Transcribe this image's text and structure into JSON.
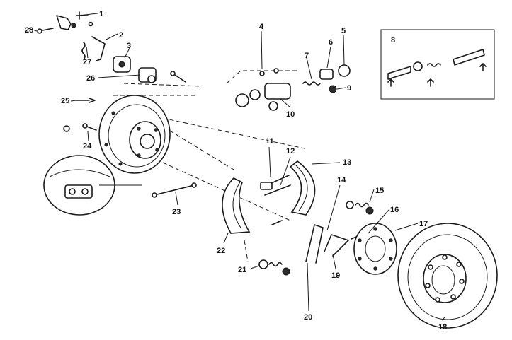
{
  "callouts": {
    "c1": "1",
    "c2": "2",
    "c3": "3",
    "c4": "4",
    "c5": "5",
    "c6": "6",
    "c7": "7",
    "c8": "8",
    "c9": "9",
    "c10": "10",
    "c11": "11",
    "c12": "12",
    "c13": "13",
    "c14": "14",
    "c15": "15",
    "c16": "16",
    "c17": "17",
    "c18": "18",
    "c19": "19",
    "c20": "20",
    "c21": "21",
    "c22": "22",
    "c23": "23",
    "c24": "24",
    "c25": "25",
    "c26": "26",
    "c27": "27",
    "c28": "28"
  },
  "colors": {
    "line": "#1a1a1a",
    "background": "#ffffff"
  }
}
